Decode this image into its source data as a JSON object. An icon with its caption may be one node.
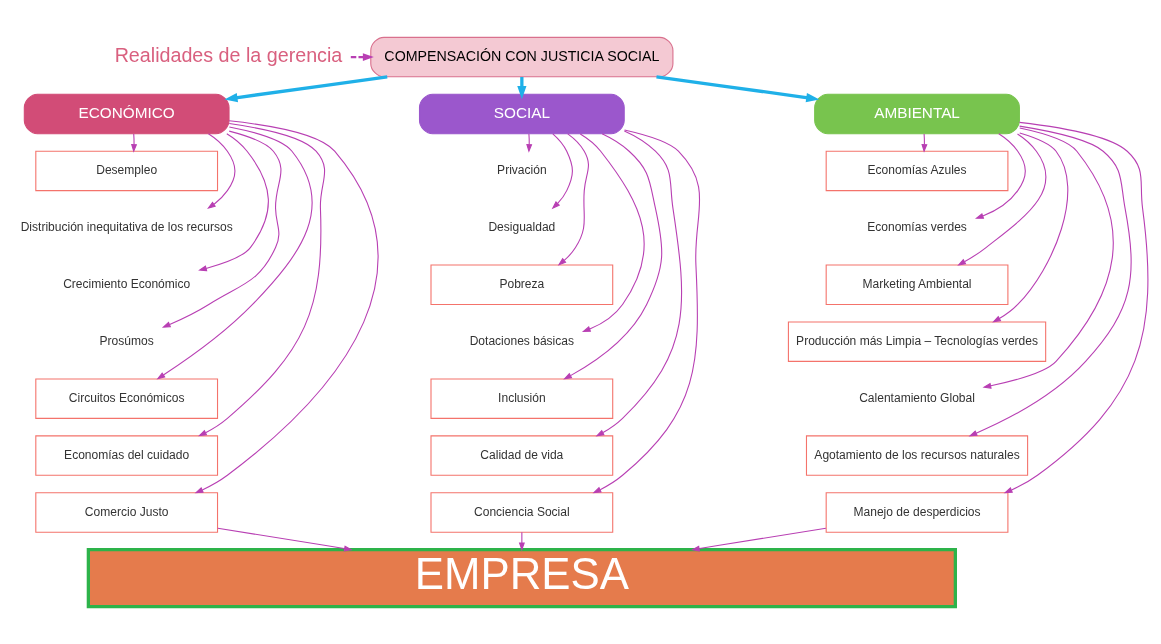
{
  "diagram": {
    "nodes": [
      {
        "text": [
          "Realidades de la gerencia"
        ]
      },
      {
        "text": [
          "COMPENSACIÓN CON JUSTICIA SOCIAL"
        ]
      },
      {
        "text": [
          "ECONÓMICO"
        ]
      },
      {
        "text": [
          "SOCIAL"
        ]
      },
      {
        "text": [
          "AMBIENTAL"
        ]
      },
      {
        "text": [
          "Desempleo"
        ]
      },
      {
        "text": [
          "Distribución inequitativa de los recursos"
        ]
      },
      {
        "text": [
          "Crecimiento Económico"
        ]
      },
      {
        "text": [
          "Prosúmos"
        ]
      },
      {
        "text": [
          "Circuitos Económicos"
        ]
      },
      {
        "text": [
          "Economías del cuidado"
        ]
      },
      {
        "text": [
          "Comercio Justo"
        ]
      },
      {
        "text": [
          "Privación"
        ]
      },
      {
        "text": [
          "Desigualdad"
        ]
      },
      {
        "text": [
          "Pobreza"
        ]
      },
      {
        "text": [
          "Dotaciones básicas"
        ]
      },
      {
        "text": [
          "Inclusión"
        ]
      },
      {
        "text": [
          "Calidad de vida"
        ]
      },
      {
        "text": [
          "Conciencia Social"
        ]
      },
      {
        "text": [
          "Economías Azules"
        ]
      },
      {
        "text": [
          "Economías verdes"
        ]
      },
      {
        "text": [
          "Marketing Ambiental"
        ]
      },
      {
        "text": [
          "Producción más Limpia – Tecnologías verdes"
        ]
      },
      {
        "text": [
          "Calentamiento Global"
        ]
      },
      {
        "text": [
          "Agotamiento de los recursos naturales"
        ]
      },
      {
        "text": [
          "Manejo de desperdicios"
        ]
      },
      {
        "text": [
          "EMPRESA"
        ]
      }
    ],
    "edges": [
      {
        "from": 0,
        "to": 1,
        "arrow": "to",
        "style": "dashed"
      },
      {
        "from": 1,
        "to": 2,
        "arrow": "to",
        "style": "thick",
        "color": "#1fb0e8"
      },
      {
        "from": 1,
        "to": 3,
        "arrow": "to",
        "style": "thick",
        "color": "#1fb0e8"
      },
      {
        "from": 1,
        "to": 4,
        "arrow": "to",
        "style": "thick",
        "color": "#1fb0e8"
      },
      {
        "from": 2,
        "to": 5,
        "arrow": "to"
      },
      {
        "from": 2,
        "to": 6,
        "arrow": "to"
      },
      {
        "from": 2,
        "to": 7,
        "arrow": "to"
      },
      {
        "from": 2,
        "to": 8,
        "arrow": "to"
      },
      {
        "from": 2,
        "to": 9,
        "arrow": "to"
      },
      {
        "from": 2,
        "to": 10,
        "arrow": "to"
      },
      {
        "from": 2,
        "to": 11,
        "arrow": "to"
      },
      {
        "from": 3,
        "to": 12,
        "arrow": "to"
      },
      {
        "from": 3,
        "to": 13,
        "arrow": "to"
      },
      {
        "from": 3,
        "to": 14,
        "arrow": "to"
      },
      {
        "from": 3,
        "to": 15,
        "arrow": "to"
      },
      {
        "from": 3,
        "to": 16,
        "arrow": "to"
      },
      {
        "from": 3,
        "to": 17,
        "arrow": "to"
      },
      {
        "from": 3,
        "to": 18,
        "arrow": "to"
      },
      {
        "from": 4,
        "to": 19,
        "arrow": "to"
      },
      {
        "from": 4,
        "to": 20,
        "arrow": "to"
      },
      {
        "from": 4,
        "to": 21,
        "arrow": "to"
      },
      {
        "from": 4,
        "to": 22,
        "arrow": "to"
      },
      {
        "from": 4,
        "to": 23,
        "arrow": "to"
      },
      {
        "from": 4,
        "to": 24,
        "arrow": "to"
      },
      {
        "from": 4,
        "to": 25,
        "arrow": "to"
      },
      {
        "from": 11,
        "to": 26,
        "arrow": "to"
      },
      {
        "from": 18,
        "to": 26,
        "arrow": "to"
      },
      {
        "from": 25,
        "to": 26,
        "arrow": "to"
      }
    ]
  }
}
